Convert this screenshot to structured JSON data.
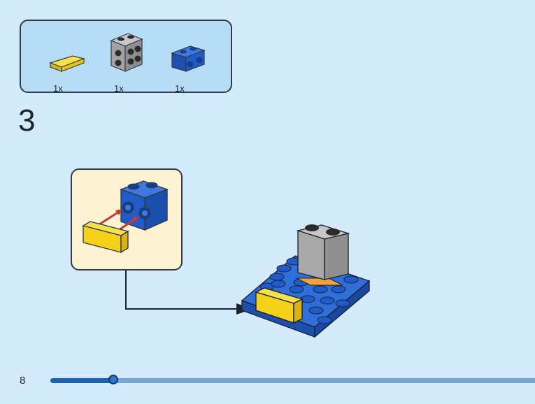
{
  "parts_list": {
    "items": [
      {
        "icon": "yellow-tile-icon",
        "quantity": "1x",
        "color": "#f5d21a"
      },
      {
        "icon": "gray-brick-2x2-icon",
        "quantity": "1x",
        "color": "#a9a9a9"
      },
      {
        "icon": "blue-brick-1x2-icon",
        "quantity": "1x",
        "color": "#1f5bc9"
      }
    ]
  },
  "step": {
    "number": "3"
  },
  "page": {
    "number": "8"
  },
  "progress": {
    "fraction": 0.13
  },
  "colors": {
    "background": "#d4ebfb",
    "parts_box": "#b7dcf6",
    "callout": "#fdf3d2",
    "brick_blue": "#1f5bc9",
    "brick_yellow": "#f5d21a",
    "brick_gray": "#a9a9a9",
    "arrow_red": "#c23a3a"
  }
}
